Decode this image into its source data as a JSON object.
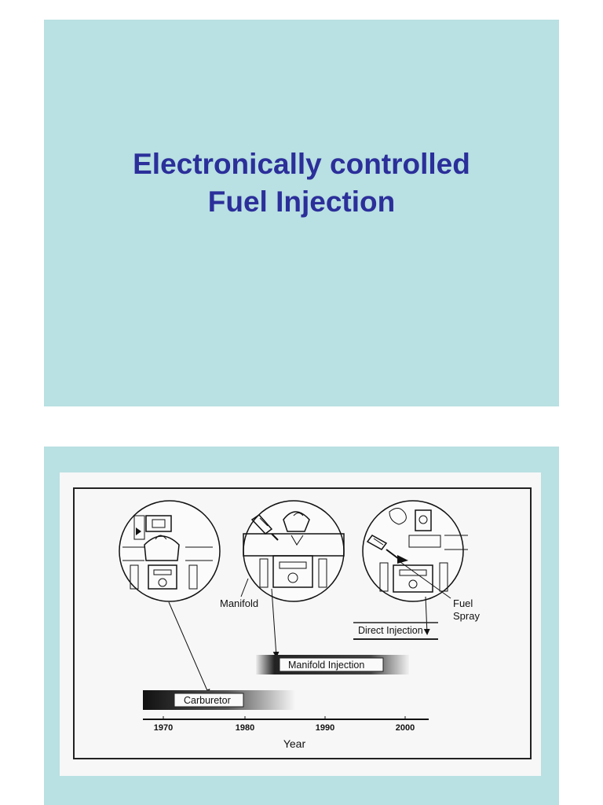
{
  "slide1": {
    "title_line1": "Electronically controlled",
    "title_line2": "Fuel Injection"
  },
  "figure": {
    "labels": {
      "manifold": "Manifold",
      "fuel": "Fuel",
      "spray": "Spray",
      "direct_injection": "Direct Injection",
      "manifold_injection": "Manifold Injection",
      "carburetor": "Carburetor"
    },
    "axis": {
      "ticks": [
        "1970",
        "1980",
        "1990",
        "2000"
      ],
      "label": "Year"
    }
  },
  "colors": {
    "slide_bg": "#b9e0e2",
    "title_text": "#2b2f9a"
  }
}
